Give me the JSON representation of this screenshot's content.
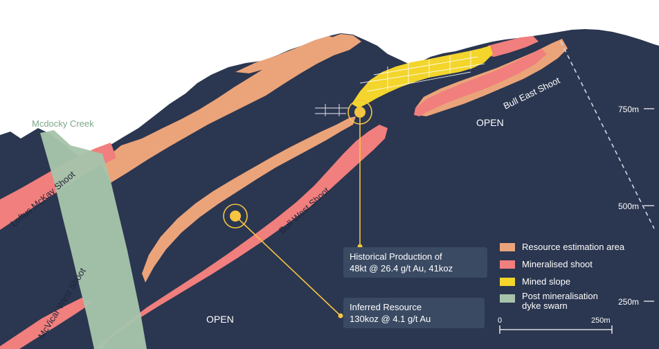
{
  "colors": {
    "background": "#2b3650",
    "resource_estimation_area": "#eba47a",
    "mineralised_shoot": "#f07f7d",
    "mined_slope": "#f3d52b",
    "dyke": "#a7c4ab",
    "marker": "#f5c542",
    "callout_bg": "#3a4a63"
  },
  "labels": {
    "creek": "Mcdocky Creek",
    "loftus": "Loftus McKay Shoot",
    "mcvicar": "McVicar West Shoot",
    "bull_west": "Bull West Shoot",
    "bull_east": "Bull East Shoot",
    "open_top": "OPEN",
    "open_bottom": "OPEN"
  },
  "depth_labels": [
    "750m",
    "500m",
    "250m"
  ],
  "callouts": {
    "historical": {
      "line1": "Historical Production of",
      "line2": "48kt @ 26.4 g/t Au, 41koz"
    },
    "inferred": {
      "line1": "Inferred Resource",
      "line2": "130koz @ 4.1 g/t Au"
    }
  },
  "legend": [
    {
      "label": "Resource estimation area",
      "color": "#eba47a"
    },
    {
      "label": "Mineralised shoot",
      "color": "#f07f7d"
    },
    {
      "label": "Mined slope",
      "color": "#f3d52b"
    },
    {
      "label": "Post mineralisation dyke swarn",
      "color": "#a7c4ab"
    }
  ],
  "scale_bar": {
    "start": "0",
    "end": "250m"
  }
}
